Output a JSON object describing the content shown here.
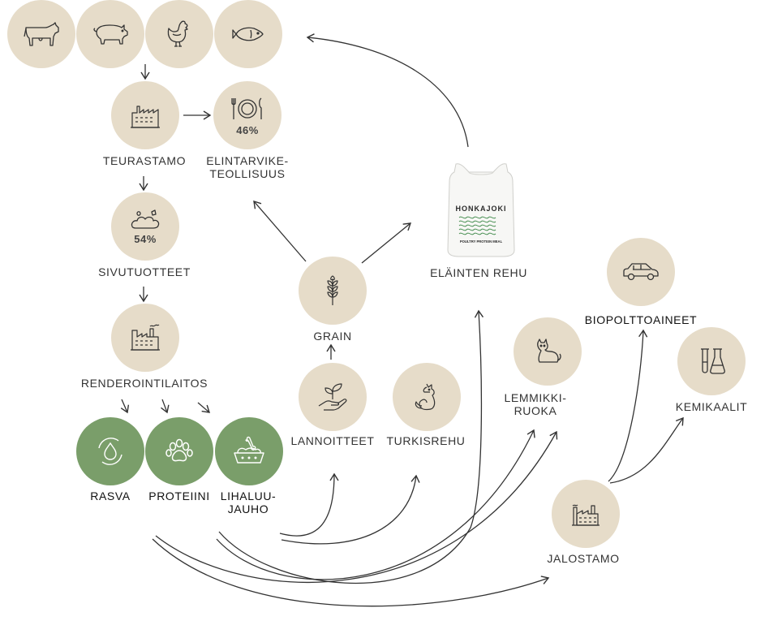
{
  "labels": {
    "teurastamo": "TEURASTAMO",
    "elintarvike": "ELINTARVIKE-\nTEOLLISUUS",
    "sivutuotteet": "SIVUTUOTTEET",
    "renderointilaitos": "RENDEROINTILAITOS",
    "rasva": "RASVA",
    "proteiini": "PROTEIINI",
    "lihaluujauho": "LIHALUU-\nJAUHO",
    "grain": "GRAIN",
    "lannoitteet": "LANNOITTEET",
    "turkisrehu": "TURKISREHU",
    "elainten_rehu": "ELÄINTEN REHU",
    "lemmikkiruoka": "LEMMIKKI-\nRUOKA",
    "biopolttoaineet": "BIOPOLTTOAINEET",
    "kemikaalit": "KEMIKAALIT",
    "jalostamo": "JALOSTAMO"
  },
  "percentages": {
    "elintarvike": "46%",
    "sivutuotteet": "54%"
  },
  "bag": {
    "brand": "HONKAJOKI",
    "product": "POULTRY PROTEIN MEAL"
  },
  "icons": [
    "cow-icon",
    "pig-icon",
    "chicken-icon",
    "fish-icon",
    "factory-icon",
    "plate-cutlery-icon",
    "meat-scraps-icon",
    "rendering-plant-icon",
    "fat-drop-icon",
    "paw-icon",
    "bowl-bone-icon",
    "wheat-icon",
    "plant-hand-icon",
    "fox-icon",
    "cat-icon",
    "car-icon",
    "flasks-icon",
    "refinery-icon"
  ],
  "colors": {
    "circle": "#e6dcc9",
    "green": "#7a9e6a",
    "line": "#333333"
  }
}
